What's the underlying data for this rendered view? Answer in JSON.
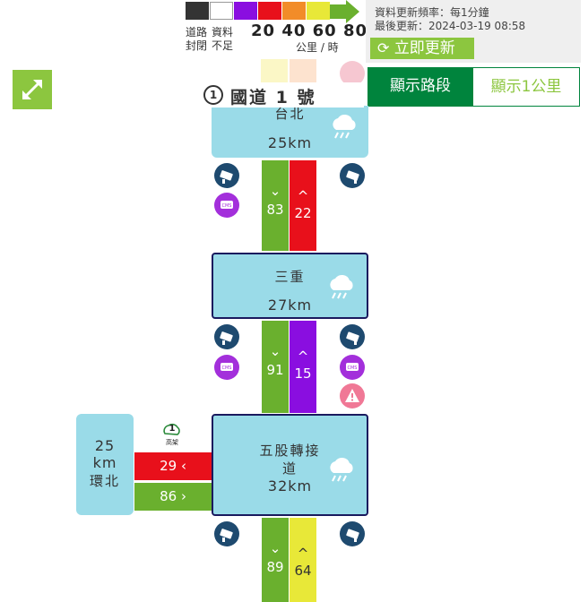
{
  "legend": {
    "colors": [
      "#333333",
      "#ffffff",
      "#8a0ee0",
      "#e8101b",
      "#f28c28",
      "#e8e838"
    ],
    "closed_label_1": "道路",
    "closed_label_2": "封閉",
    "nodata_label_1": "資料",
    "nodata_label_2": "不足",
    "speeds": "20 40 60 80",
    "unit": "公里 / 時"
  },
  "info": {
    "frequency": "資料更新頻率：每1分鐘",
    "last_update": "最後更新：2024-03-19 08:58",
    "refresh_button": "立即更新"
  },
  "toggles": {
    "segment": "顯示路段",
    "per_km": "顯示1公里"
  },
  "highway": {
    "number": "1",
    "title": "國道 1 號"
  },
  "nodes": [
    {
      "name": "台北",
      "km": "25km",
      "weather": "rain-cloud-icon"
    },
    {
      "name": "三重",
      "km": "27km",
      "weather": "rain-cloud-icon"
    },
    {
      "name": "五股轉接",
      "name2": "道",
      "km": "32km",
      "weather": "rain-cloud-icon"
    }
  ],
  "segments": [
    {
      "south": {
        "speed": "83",
        "color": "#6ab02e"
      },
      "north": {
        "speed": "22",
        "color": "#e8101b"
      }
    },
    {
      "south": {
        "speed": "91",
        "color": "#6ab02e"
      },
      "north": {
        "speed": "15",
        "color": "#8a0ee0"
      }
    },
    {
      "south": {
        "speed": "89",
        "color": "#6ab02e"
      },
      "north": {
        "speed": "64",
        "color": "#e8e838"
      }
    }
  ],
  "ramp": {
    "km1": "25",
    "km2": "km",
    "name": "環北",
    "badge_number": "1",
    "badge_text": "高架",
    "out_speed": "29",
    "out_color": "#e8101b",
    "in_speed": "86",
    "in_color": "#6ab02e"
  },
  "colors": {
    "accent_green": "#8cc63f",
    "dark_green": "#00843d",
    "node_blue": "#9adbe8",
    "node_border": "#1a1a5e"
  }
}
